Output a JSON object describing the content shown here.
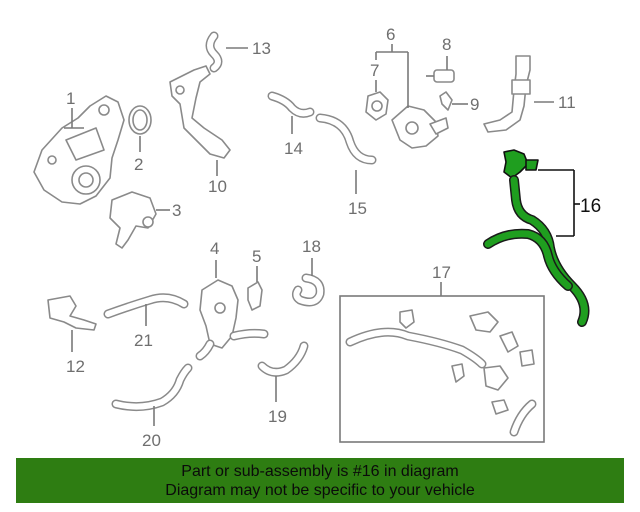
{
  "callouts": [
    "1",
    "2",
    "3",
    "4",
    "5",
    "6",
    "7",
    "8",
    "9",
    "10",
    "11",
    "12",
    "13",
    "14",
    "15",
    "16",
    "17",
    "18",
    "19",
    "20",
    "21"
  ],
  "highlighted_part": "16",
  "colors": {
    "highlight": "#1f9e1f",
    "banner": "#2e7d12",
    "line": "#7a7a7a"
  },
  "banner": {
    "line1": "Part or sub-assembly is #16 in diagram",
    "line2": "Diagram may not be specific to your vehicle"
  }
}
